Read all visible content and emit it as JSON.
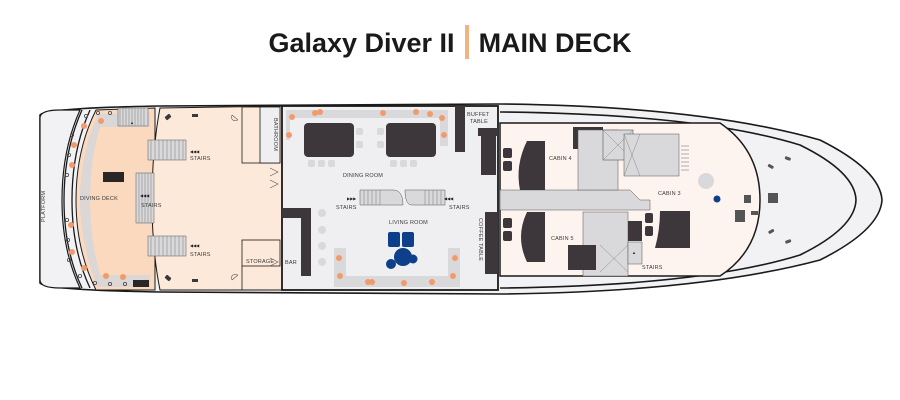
{
  "title": {
    "ship_name": "Galaxy Diver II",
    "deck_name": "MAIN DECK",
    "separator_color": "#f2b383"
  },
  "colors": {
    "outline": "#1a1a1a",
    "deck_peach": "#fde9d9",
    "diving_deck": "#fad9bf",
    "interior_grey": "#efeff2",
    "cabin_pink": "#fdf3ef",
    "furniture_dark": "#3d363a",
    "seat_orange": "#f39a6a",
    "blue_sofa": "#0d3f8a",
    "corridor": "#d9d9db"
  },
  "labels": {
    "platform": "PLATFORM",
    "diving_deck": "DIVING DECK",
    "stairs": "STAIRS",
    "bathroom": "BATHROOM",
    "storage": "STORAGE",
    "bar": "BAR",
    "dining_room": "DINING ROOM",
    "living_room": "LIVING ROOM",
    "buffet_table_line1": "BUFFET",
    "buffet_table_line2": "TABLE",
    "coffee_table": "COFFEE TABLE",
    "cabin_4": "CABIN 4",
    "cabin_5": "CABIN 5",
    "cabin_3": "CABIN 3"
  },
  "stair_arrows": {
    "left": "◀◀◀",
    "right": "▶▶▶",
    "up": "▲"
  }
}
